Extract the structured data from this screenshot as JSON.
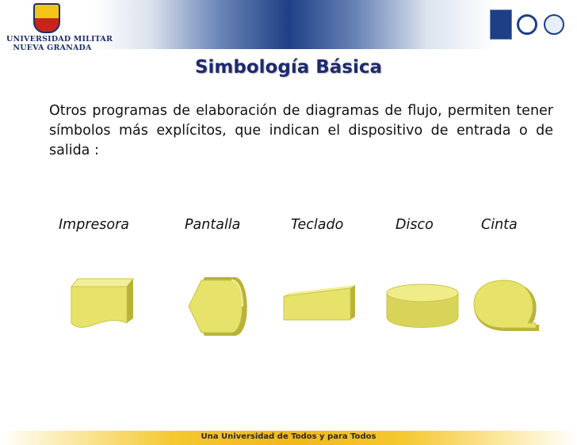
{
  "header": {
    "logo_line1": "UNIVERSIDAD MILITAR",
    "logo_line2": "NUEVA GRANADA"
  },
  "slide": {
    "title": "Simbología Básica",
    "paragraph": "Otros programas de elaboración de diagramas de flujo, permiten tener símbolos más explícitos, que indican el dispositivo de entrada o de salida :",
    "symbols": [
      {
        "label": "Impresora",
        "icon": "printer-document-shape"
      },
      {
        "label": "Pantalla",
        "icon": "display-shape"
      },
      {
        "label": "Teclado",
        "icon": "manual-input-shape"
      },
      {
        "label": "Disco",
        "icon": "disk-cylinder-shape"
      },
      {
        "label": "Cinta",
        "icon": "tape-shape"
      }
    ],
    "symbol_fill": "#e6e26a",
    "symbol_shade": "#b8b338"
  },
  "footer": {
    "slogan": "Una Universidad de Todos y para Todos"
  },
  "colors": {
    "header_blue": "#1f3f86",
    "title": "#1f2a6e",
    "footer_gold": "#f1b81a"
  }
}
